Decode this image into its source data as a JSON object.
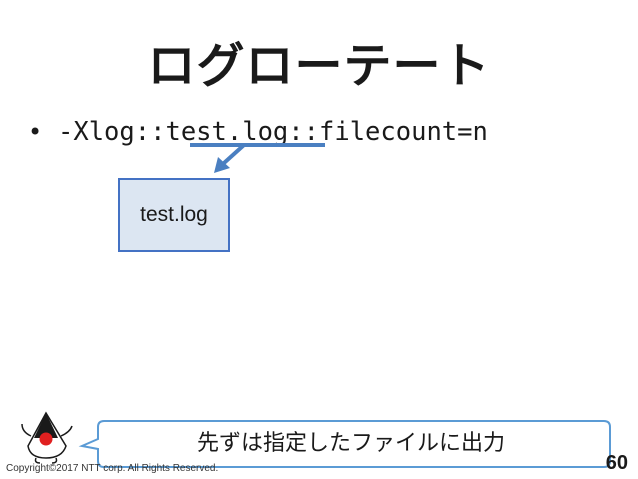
{
  "slide": {
    "title": "ログローテート",
    "bullet_symbol": "•",
    "code_text": "-Xlog::test.log::filecount=n",
    "box_label": "test.log",
    "callout_text": "先ずは指定したファイルに出力",
    "copyright": "Copyright©2017 NTT corp. All Rights Reserved.",
    "page_number": "60"
  },
  "colors": {
    "box_fill": "#dce6f2",
    "accent_blue": "#4a7fc1",
    "callout_border": "#5b9bd5"
  },
  "icons": {
    "mascot": "duke-mascot-icon",
    "arrow": "down-left-arrow-icon"
  }
}
